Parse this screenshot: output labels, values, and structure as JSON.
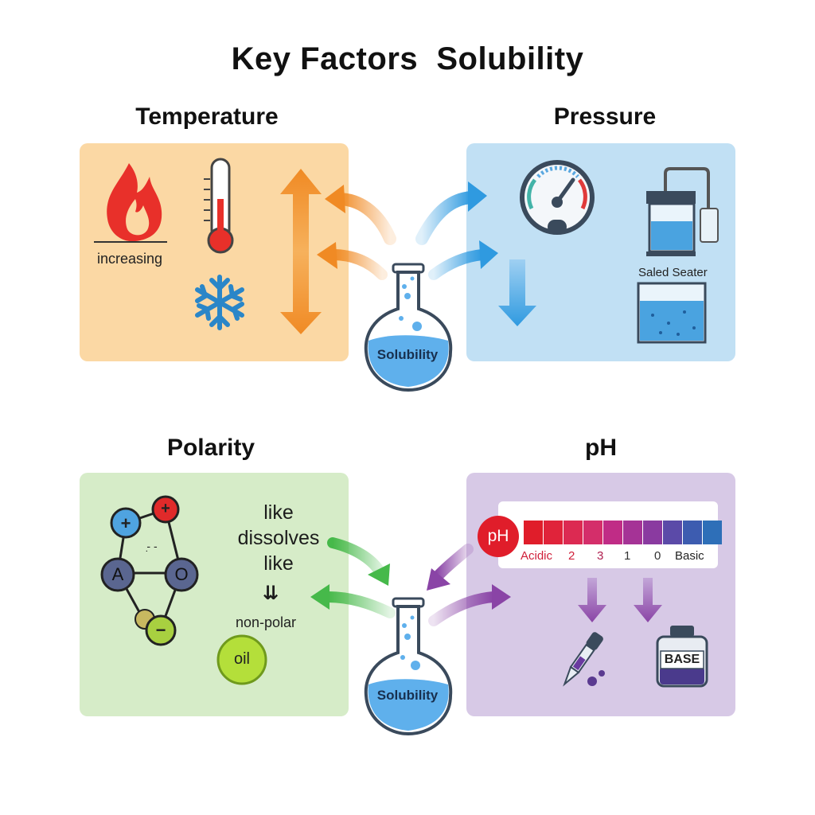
{
  "title": "Key Factors  Solubility",
  "sections": {
    "temperature": {
      "heading": "Temperature",
      "increasing_label": "increasing"
    },
    "pressure": {
      "heading": "Pressure",
      "container_label": "Saled Seater"
    },
    "polarity": {
      "heading": "Polarity",
      "like_line1": "like",
      "like_line2": "dissolves",
      "like_line3": "like",
      "down_arrows": "⇊",
      "nonpolar_label": "non-polar",
      "oil_label": "oil",
      "molecule": {
        "atom_a": "A",
        "atom_o": "O",
        "plus1": "+",
        "plus2": "+",
        "minus": "−",
        "center_mark": "-̣ -"
      }
    },
    "ph": {
      "heading": "pH",
      "badge": "pH",
      "scale_labels": [
        "Acidic",
        "2",
        "3",
        "1",
        "0",
        "Basic"
      ],
      "scale_colors": [
        "#e01d2a",
        "#e0233a",
        "#dc2a52",
        "#d42e6a",
        "#c02c86",
        "#a53396",
        "#8a3aa0",
        "#5b4aa8",
        "#3d5cb0",
        "#2e6fb8"
      ],
      "bottle_label": "BASE"
    }
  },
  "flask_label_top": "Solubility",
  "flask_label_bottom": "Solubility",
  "colors": {
    "temperature_bg": "#fbd8a4",
    "pressure_bg": "#c1e0f4",
    "polarity_bg": "#d6ecc8",
    "ph_bg": "#d7c9e6",
    "orange_arrow": "#f08a24",
    "blue_arrow": "#2f9ae0",
    "green_arrow": "#46b94a",
    "purple_arrow": "#8a44a6"
  },
  "icons": [
    "fire-icon",
    "thermometer-icon",
    "snowflake-icon",
    "pressure-gauge-icon",
    "sealed-container-icon",
    "beaker-icon",
    "molecule-icon",
    "flask-icon",
    "dropper-icon",
    "base-bottle-icon"
  ]
}
